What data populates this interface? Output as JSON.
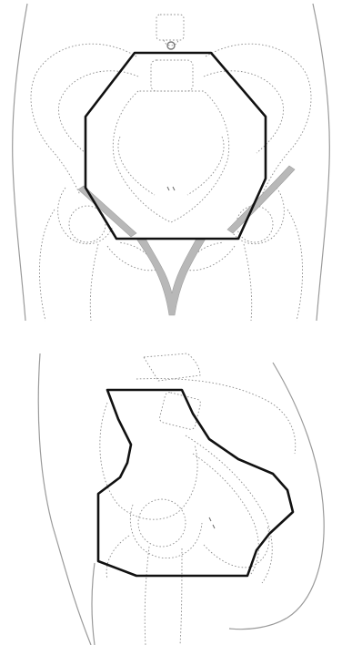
{
  "figure": {
    "background_color": "#ffffff",
    "field_outline_color": "#111111",
    "anatomy_line_color": "#8c8c8c",
    "panels": [
      {
        "id": "anteroposterior-pelvis",
        "treatment_field_shape": "octagon"
      },
      {
        "id": "lateral-pelvis",
        "treatment_field_shape": "irregular polygon"
      }
    ]
  }
}
